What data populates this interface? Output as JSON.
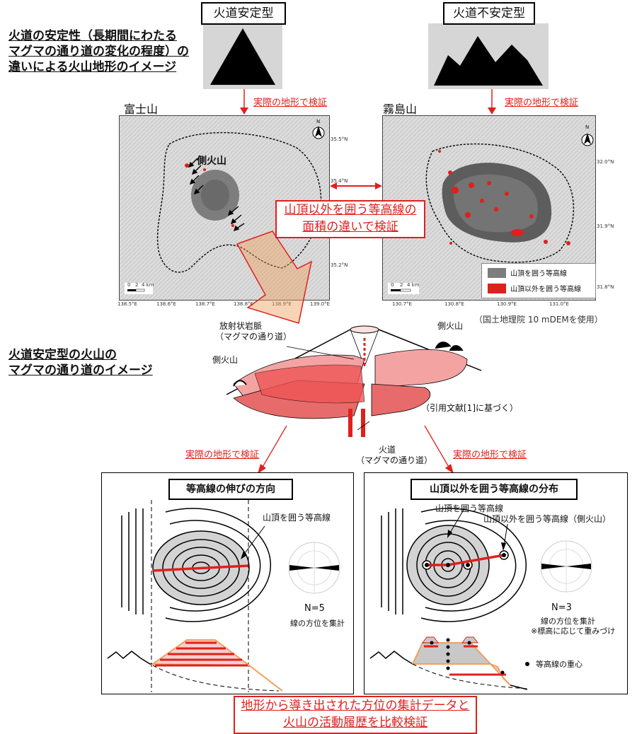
{
  "main_title": {
    "line1": "火道の安定性（長期間にわたる",
    "line2": "マグマの通り道の変化の程度）の",
    "line3": "違いによる火山地形のイメージ"
  },
  "types": {
    "stable": "火道安定型",
    "unstable": "火道不安定型"
  },
  "verify_label": "実際の地形で検証",
  "maps": {
    "fuji": {
      "name": "富士山",
      "side_volcano": "側火山",
      "lon_ticks": [
        "138.5°E",
        "138.6°E",
        "138.7°E",
        "138.8°E",
        "138.9°E",
        "139.0°E"
      ],
      "lat_ticks": [
        "35.5°N",
        "35.4°N",
        "35.2°N"
      ],
      "scale": [
        "0",
        "2",
        "4 km"
      ]
    },
    "kirishima": {
      "name": "霧島山",
      "lon_ticks": [
        "130.7°E",
        "130.8°E",
        "130.9°E",
        "131.0°E"
      ],
      "lat_ticks": [
        "32.0°N",
        "31.9°N",
        "31.8°N"
      ],
      "scale": [
        "0",
        "2",
        "4 km"
      ],
      "legend": [
        "山頂を囲う等高線",
        "山頂以外を囲う等高線"
      ]
    },
    "north": "N"
  },
  "center_callout": {
    "line1": "山頂以外を囲う等高線の",
    "line2": "面積の違いで検証"
  },
  "dem_note": "（国土地理院 10 mDEMを使用）",
  "magma": {
    "title1": "火道安定型の火山の",
    "title2": "マグマの通り道のイメージ",
    "dike1": "放射状岩脈",
    "dike2": "（マグマの通り道）",
    "side_left": "側火山",
    "side_right": "側火山",
    "citation": "（引用文献[1]に基づく）",
    "conduit1": "火道",
    "conduit2": "（マグマの通り道）"
  },
  "panels": {
    "left": {
      "title": "等高線の伸びの方向",
      "summit_contour": "山頂を囲う等高線",
      "n": "N=5",
      "note": "線の方位を集計"
    },
    "right": {
      "title": "山頂以外を囲う等高線の分布",
      "summit_contour": "山頂を囲う等高線",
      "other_contour": "山頂以外を囲う等高線（側火山）",
      "n": "N=3",
      "note1": "線の方位を集計",
      "note2": "※標高に応じて重みづけ",
      "centroid": "等高線の重心"
    }
  },
  "bottom_callout": {
    "line1": "地形から導き出された方位の集計データと",
    "line2": "火山の活動履歴を比較検証"
  },
  "colors": {
    "accent_red": "#e0201c",
    "grey": "#d6d6d6",
    "orange": "#f0a060"
  }
}
